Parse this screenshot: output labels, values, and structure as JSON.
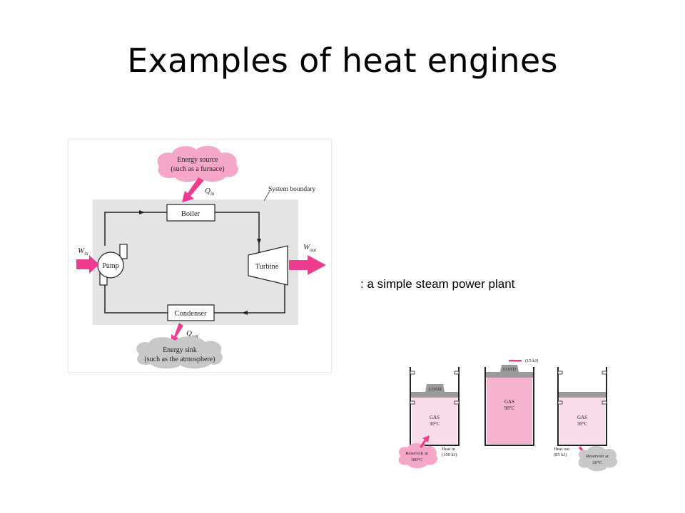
{
  "slide": {
    "title": "Examples of heat engines",
    "caption": ": a simple steam power plant"
  },
  "steam_plant": {
    "energy_source": [
      "Energy source",
      "(such as a furnace)"
    ],
    "energy_sink": [
      "Energy sink",
      "(such as the atmosphere)"
    ],
    "system_boundary": "System boundary",
    "boiler": "Boiler",
    "turbine": "Turbine",
    "pump": "Pump",
    "condenser": "Condenser",
    "q_in": "Q",
    "q_in_sub": "in",
    "q_out": "Q",
    "q_out_sub": "out",
    "w_in": "W",
    "w_in_sub": "in",
    "w_out": "W",
    "w_out_sub": "out",
    "colors": {
      "boundary": "#e4e4e4",
      "arrow": "#ee3d8f",
      "source_cloud": "#f5a7c9",
      "sink_cloud": "#c8c8c8"
    }
  },
  "piston_cycle": {
    "load": "LOAD",
    "gas_state_1": [
      "GAS",
      "30°C"
    ],
    "gas_state_2": [
      "GAS",
      "90°C"
    ],
    "gas_state_3": [
      "GAS",
      "30°C"
    ],
    "work_out": "(15 kJ)",
    "reservoir_hot": [
      "Reservoir at",
      "100°C"
    ],
    "heat_in": [
      "Heat in",
      "(100 kJ)"
    ],
    "heat_out": [
      "Heat out",
      "(85 kJ)"
    ],
    "reservoir_cold": [
      "Reservoir at",
      "20°C"
    ],
    "colors": {
      "gas_light": "#f9dcea",
      "gas_hot": "#f5b3d0",
      "piston": "#9a9a9a"
    }
  }
}
